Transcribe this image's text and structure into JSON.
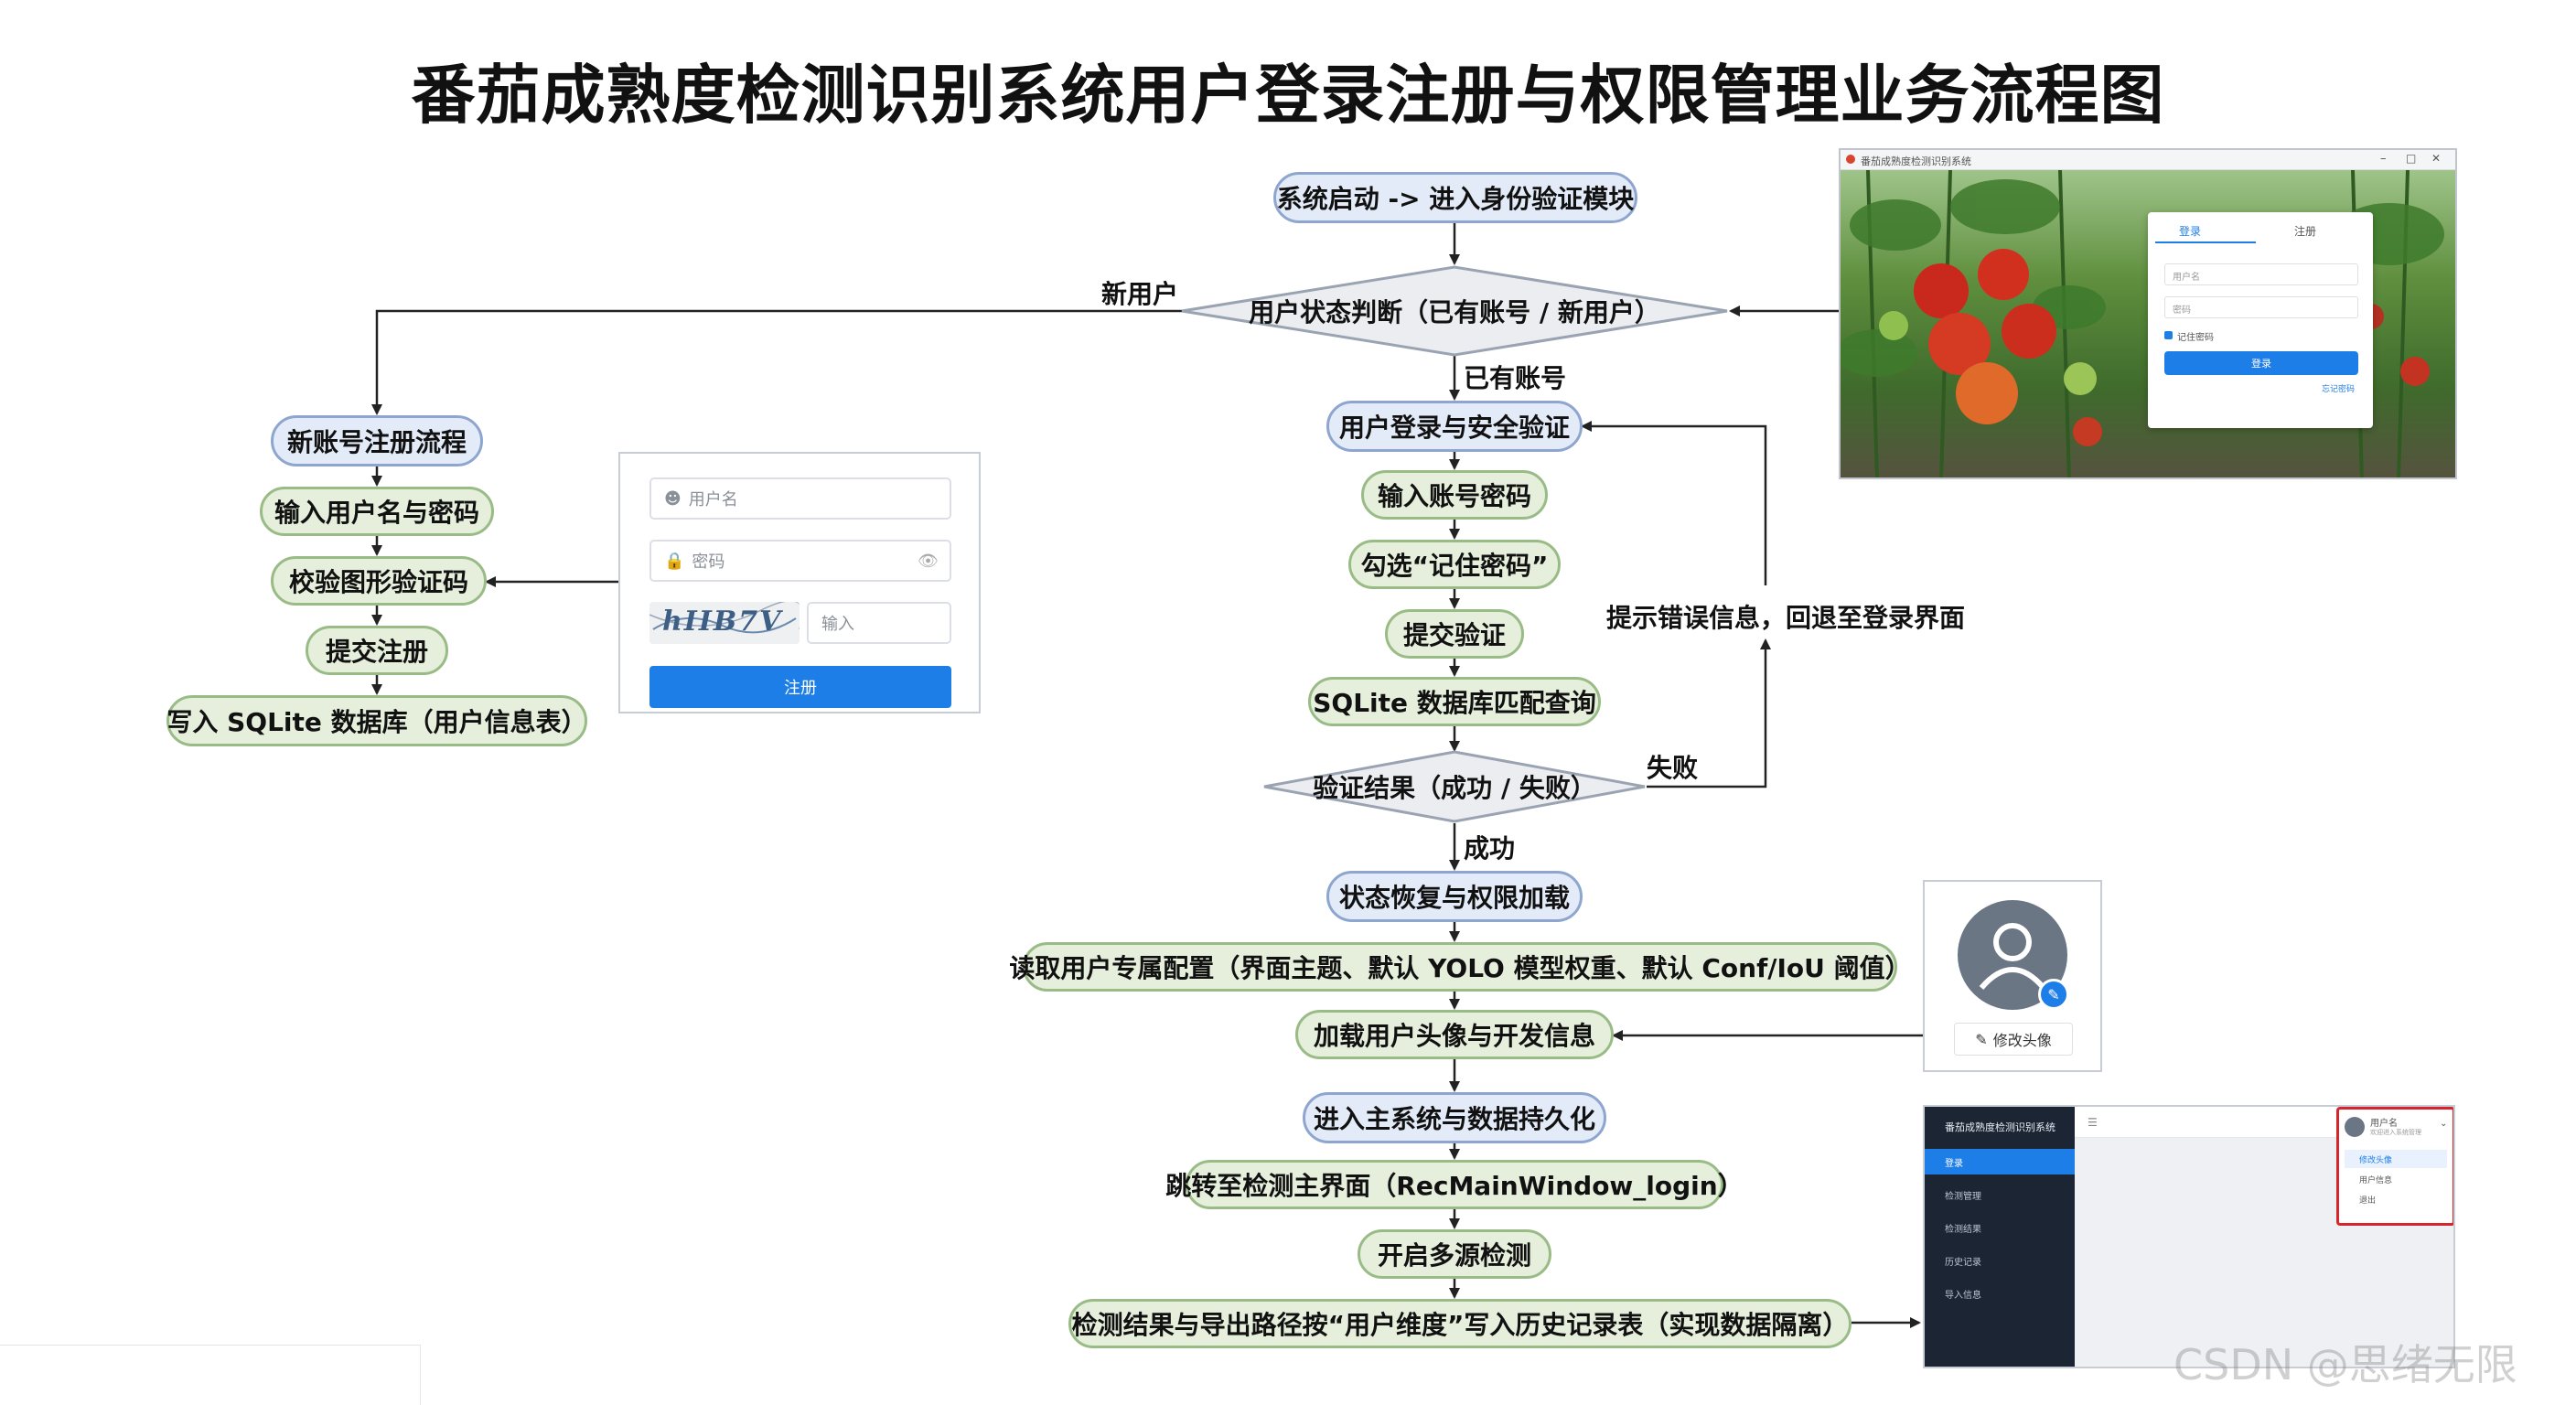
{
  "title": "番茄成熟度检测识别系统用户登录注册与权限管理业务流程图",
  "nodes": {
    "start": "系统启动 -> 进入身份验证模块",
    "user_state": "用户状态判断（已有账号 / 新用户）",
    "login_verify": "用户登录与安全验证",
    "input_account": "输入账号密码",
    "remember": "勾选“记住密码”",
    "submit_verify": "提交验证",
    "sqlite_query": "SQLite 数据库匹配查询",
    "verify_result": "验证结果（成功 / 失败）",
    "restore": "状态恢复与权限加载",
    "read_config": "读取用户专属配置（界面主题、默认 YOLO 模型权重、默认 Conf/IoU 阈值）",
    "load_avatar": "加载用户头像与开发信息",
    "enter_main": "进入主系统与数据持久化",
    "jump_main": "跳转至检测主界面（RecMainWindow_login）",
    "multi_detect": "开启多源检测",
    "export": "检测结果与导出路径按“用户维度”写入历史记录表（实现数据隔离）",
    "reg_flow": "新账号注册流程",
    "reg_input": "输入用户名与密码",
    "reg_captcha": "校验图形验证码",
    "reg_submit": "提交注册",
    "reg_write": "写入 SQLite 数据库（用户信息表）"
  },
  "edge_labels": {
    "new_user": "新用户",
    "has_account": "已有账号",
    "fail": "失败",
    "success": "成功",
    "error_back": "提示错误信息，回退至登录界面"
  },
  "register_panel": {
    "username_placeholder": "用户名",
    "password_placeholder": "密码",
    "captcha_text": "hIIB7V",
    "captcha_input_placeholder": "输入",
    "register_button": "注册"
  },
  "login_window": {
    "window_title": "番茄成熟度检测识别系统",
    "tab_login": "登录",
    "tab_register": "注册",
    "username_placeholder": "用户名",
    "password_placeholder": "密码",
    "remember_label": "记住密码",
    "login_button": "登录",
    "forgot_link": "忘记密码"
  },
  "avatar_panel": {
    "change_avatar_button": "修改头像"
  },
  "main_window": {
    "app_title": "番茄成熟度检测识别系统",
    "menu": [
      "登录",
      "检测管理",
      "检测结果",
      "历史记录",
      "导入信息"
    ],
    "user_name": "用户名",
    "user_sub": "欢迎进入系统管理",
    "dropdown": [
      "修改头像",
      "用户信息",
      "退出"
    ]
  },
  "watermark": "CSDN @思绪无限",
  "colors": {
    "blue_node_fill": "#e3ebf8",
    "blue_node_border": "#8ea6cf",
    "green_node_fill": "#e5efdc",
    "green_node_border": "#99bb86",
    "primary_button": "#1e7ee8",
    "sidebar": "#1c2533",
    "highlight_border": "#d7262b"
  }
}
